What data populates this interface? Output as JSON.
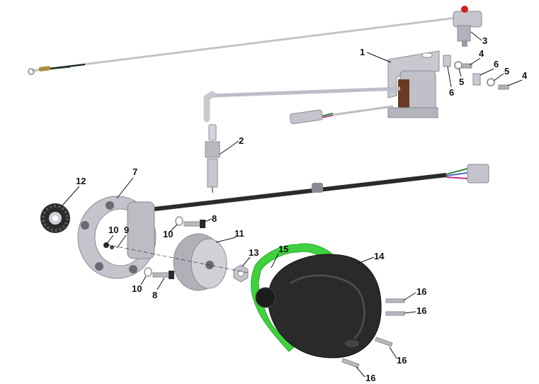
{
  "callouts": [
    {
      "id": "c1",
      "label": "1"
    },
    {
      "id": "c2",
      "label": "2"
    },
    {
      "id": "c3",
      "label": "3"
    },
    {
      "id": "c4a",
      "label": "4"
    },
    {
      "id": "c4b",
      "label": "4"
    },
    {
      "id": "c5a",
      "label": "5"
    },
    {
      "id": "c5b",
      "label": "5"
    },
    {
      "id": "c6a",
      "label": "6"
    },
    {
      "id": "c6b",
      "label": "6"
    },
    {
      "id": "c7",
      "label": "7"
    },
    {
      "id": "c8a",
      "label": "8"
    },
    {
      "id": "c8b",
      "label": "8"
    },
    {
      "id": "c9",
      "label": "9"
    },
    {
      "id": "c10a",
      "label": "10"
    },
    {
      "id": "c10b",
      "label": "10"
    },
    {
      "id": "c10c",
      "label": "10"
    },
    {
      "id": "c11",
      "label": "11"
    },
    {
      "id": "c12",
      "label": "12"
    },
    {
      "id": "c13",
      "label": "13"
    },
    {
      "id": "c14",
      "label": "14"
    },
    {
      "id": "c15",
      "label": "15"
    },
    {
      "id": "c16a",
      "label": "16"
    },
    {
      "id": "c16b",
      "label": "16"
    },
    {
      "id": "c16c",
      "label": "16"
    },
    {
      "id": "c16d",
      "label": "16"
    }
  ],
  "colors": {
    "leader": "#111111",
    "metal": "#b9b9c2",
    "metal_dark": "#8a8a94",
    "cover": "#2a2a2a",
    "gasket": "#3fd13f",
    "coil_brown": "#6b3a24",
    "cable": "#2b2b2b"
  }
}
